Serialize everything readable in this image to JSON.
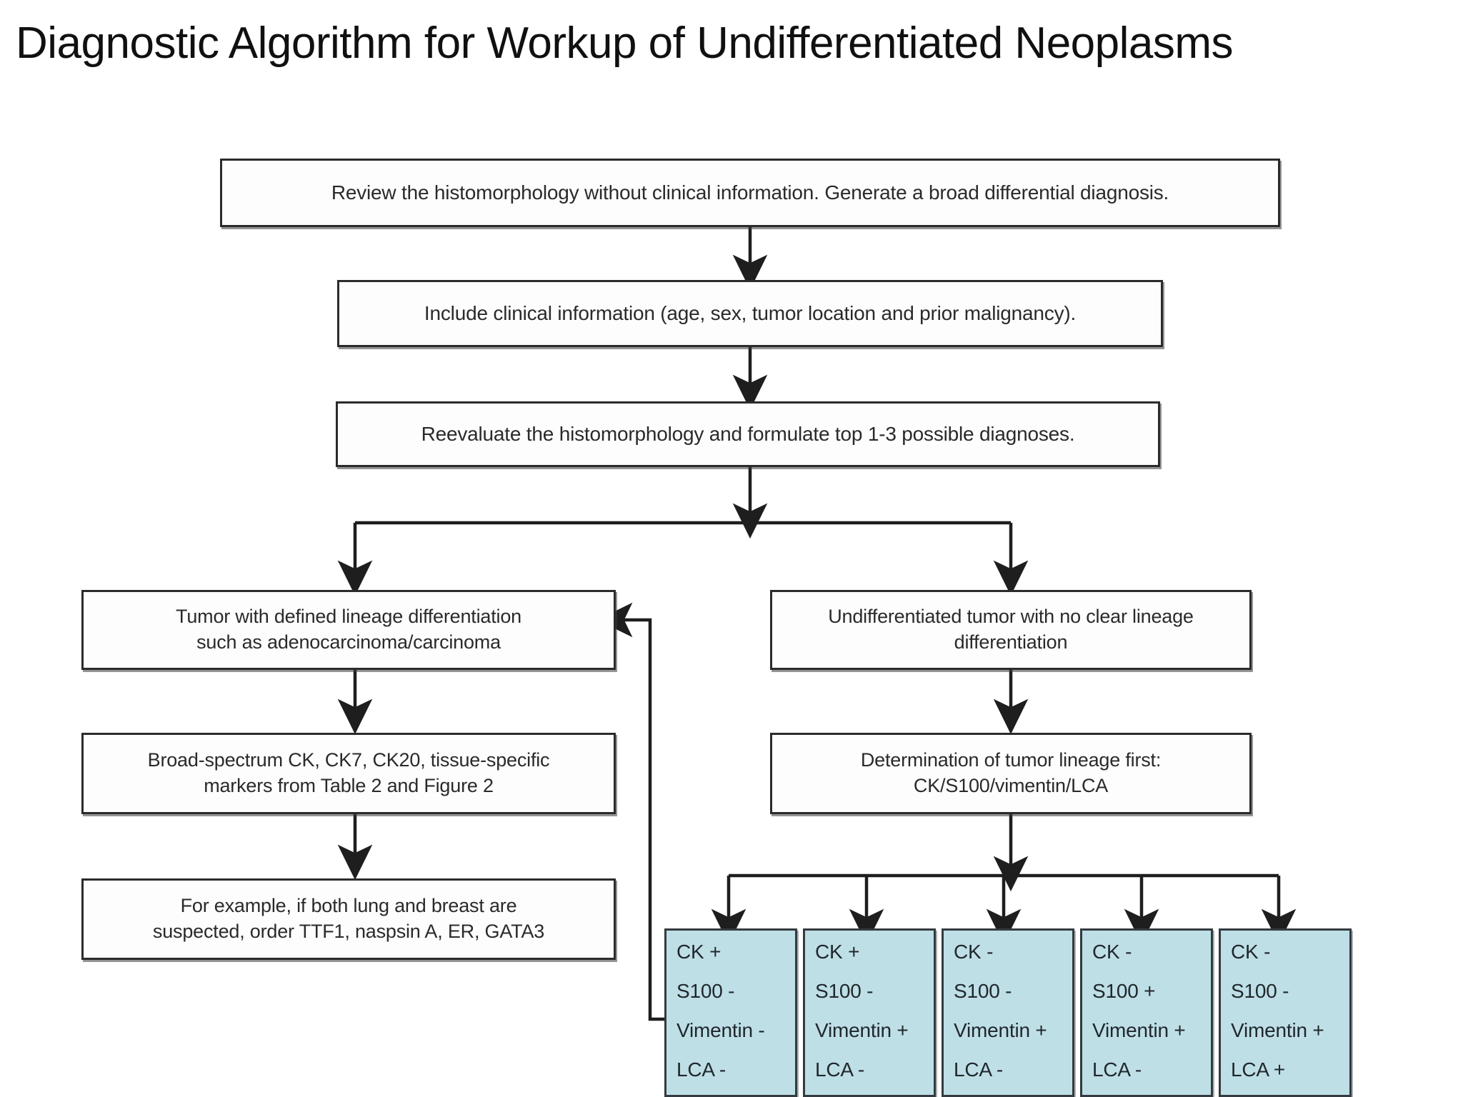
{
  "page": {
    "title": "Diagnostic Algorithm for Workup of Undifferentiated Neoplasms",
    "background_color": "#ffffff",
    "text_color": "#101010"
  },
  "colors": {
    "box_border": "#2b2b2b",
    "box_fill": "#fdfdfd",
    "marker_box_fill": "#bfdfe7",
    "marker_box_border": "#333b40",
    "connector": "#1e1e1e"
  },
  "flowchart": {
    "type": "flowchart",
    "orientation": "top-down",
    "nodes": [
      {
        "id": "step1",
        "text": "Review the histomorphology without clinical information.  Generate a broad differential diagnosis.",
        "style": "plain"
      },
      {
        "id": "step2",
        "text": "Include clinical information (age, sex, tumor location and prior malignancy).",
        "style": "plain"
      },
      {
        "id": "step3",
        "text": "Reevaluate the histomorphology and formulate top 1-3 possible diagnoses.",
        "style": "plain"
      },
      {
        "id": "left1",
        "line1": "Tumor with defined lineage differentiation",
        "line2": "such as adenocarcinoma/carcinoma",
        "style": "plain"
      },
      {
        "id": "left2",
        "line1": "Broad-spectrum CK, CK7, CK20, tissue-specific",
        "line2": "markers from Table 2 and Figure 2",
        "style": "plain"
      },
      {
        "id": "left3",
        "line1": "For example, if both lung and breast are",
        "line2": "suspected, order TTF1, naspsin A, ER, GATA3",
        "style": "plain"
      },
      {
        "id": "right1",
        "line1": "Undifferentiated tumor with no clear lineage",
        "line2": "differentiation",
        "style": "plain"
      },
      {
        "id": "right2",
        "line1": "Determination of tumor lineage first:",
        "line2": "CK/S100/vimentin/LCA",
        "style": "plain"
      }
    ],
    "marker_panels": [
      {
        "id": "panel1",
        "ck": "CK +",
        "s100": "S100 -",
        "vimentin": "Vimentin -",
        "lca": "LCA -"
      },
      {
        "id": "panel2",
        "ck": "CK +",
        "s100": "S100 -",
        "vimentin": "Vimentin +",
        "lca": "LCA -"
      },
      {
        "id": "panel3",
        "ck": "CK -",
        "s100": "S100 -",
        "vimentin": "Vimentin +",
        "lca": "LCA -"
      },
      {
        "id": "panel4",
        "ck": "CK -",
        "s100": "S100 +",
        "vimentin": "Vimentin +",
        "lca": "LCA -"
      },
      {
        "id": "panel5",
        "ck": "CK -",
        "s100": "S100 -",
        "vimentin": "Vimentin +",
        "lca": "LCA +"
      }
    ],
    "edges": [
      {
        "from": "step1",
        "to": "step2",
        "kind": "down-arrow"
      },
      {
        "from": "step2",
        "to": "step3",
        "kind": "down-arrow"
      },
      {
        "from": "step3",
        "to": "left1",
        "kind": "split-left"
      },
      {
        "from": "step3",
        "to": "right1",
        "kind": "split-right"
      },
      {
        "from": "left1",
        "to": "left2",
        "kind": "down-arrow"
      },
      {
        "from": "left2",
        "to": "left3",
        "kind": "down-arrow"
      },
      {
        "from": "right1",
        "to": "right2",
        "kind": "down-arrow"
      },
      {
        "from": "right2",
        "to": "panel1",
        "kind": "fanout-arrow"
      },
      {
        "from": "right2",
        "to": "panel2",
        "kind": "fanout-arrow"
      },
      {
        "from": "right2",
        "to": "panel3",
        "kind": "fanout-arrow"
      },
      {
        "from": "right2",
        "to": "panel4",
        "kind": "fanout-arrow"
      },
      {
        "from": "right2",
        "to": "panel5",
        "kind": "fanout-arrow"
      },
      {
        "from": "panel1",
        "to": "left1",
        "kind": "feedback-left-arrow"
      }
    ]
  }
}
